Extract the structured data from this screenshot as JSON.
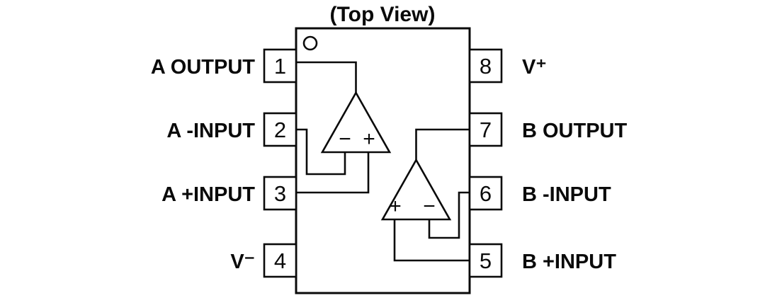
{
  "title": "(Top View)",
  "colors": {
    "ink": "#0a0a0a",
    "background": "#ffffff"
  },
  "pins": {
    "left": [
      {
        "number": "1",
        "label": "A OUTPUT"
      },
      {
        "number": "2",
        "label": "A -INPUT"
      },
      {
        "number": "3",
        "label": "A +INPUT"
      },
      {
        "number": "4",
        "label": "V⁻"
      }
    ],
    "right": [
      {
        "number": "8",
        "label": "V⁺"
      },
      {
        "number": "7",
        "label": "B OUTPUT"
      },
      {
        "number": "6",
        "label": "B -INPUT"
      },
      {
        "number": "5",
        "label": "B +INPUT"
      }
    ]
  },
  "opamps": {
    "a": {
      "left_sign": "−",
      "right_sign": "+"
    },
    "b": {
      "left_sign": "+",
      "right_sign": "−"
    }
  }
}
